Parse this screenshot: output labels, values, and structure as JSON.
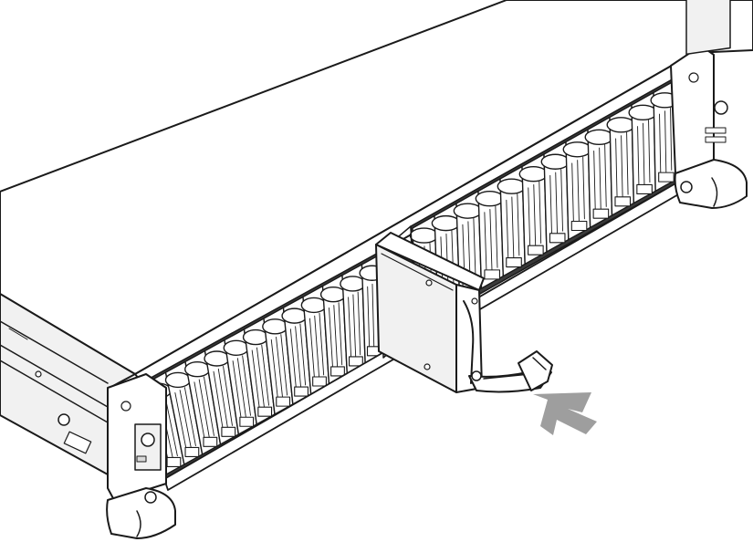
{
  "figure": {
    "subject": "rack-server-drive-installation",
    "left_bay_slot_count": 12,
    "right_bay_slot_count": 12,
    "arrow_color": "#9e9e9e",
    "line_color": "#1a1a1a",
    "background": "#ffffff",
    "icons": [
      "rack-ear-left",
      "rack-ear-right",
      "drive-carrier",
      "insert-arrow"
    ]
  }
}
